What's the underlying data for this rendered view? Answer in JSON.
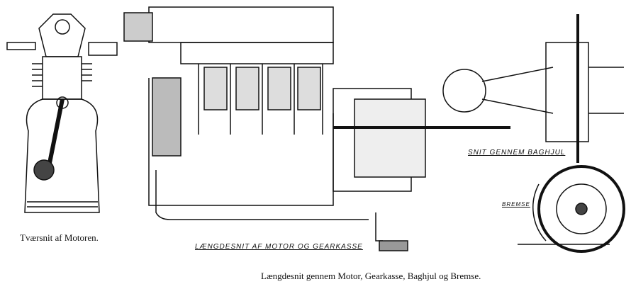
{
  "labels": {
    "cross_section": "Tværsnit af Motoren.",
    "longitudinal": "LÆNGDESNIT AF MOTOR OG GEARKASSE",
    "rear_wheel": "SNIT GENNEM BAGHJUL",
    "brake": "BREMSE",
    "caption": "Længdesnit gennem Motor, Gearkasse, Baghjul og Bremse."
  }
}
